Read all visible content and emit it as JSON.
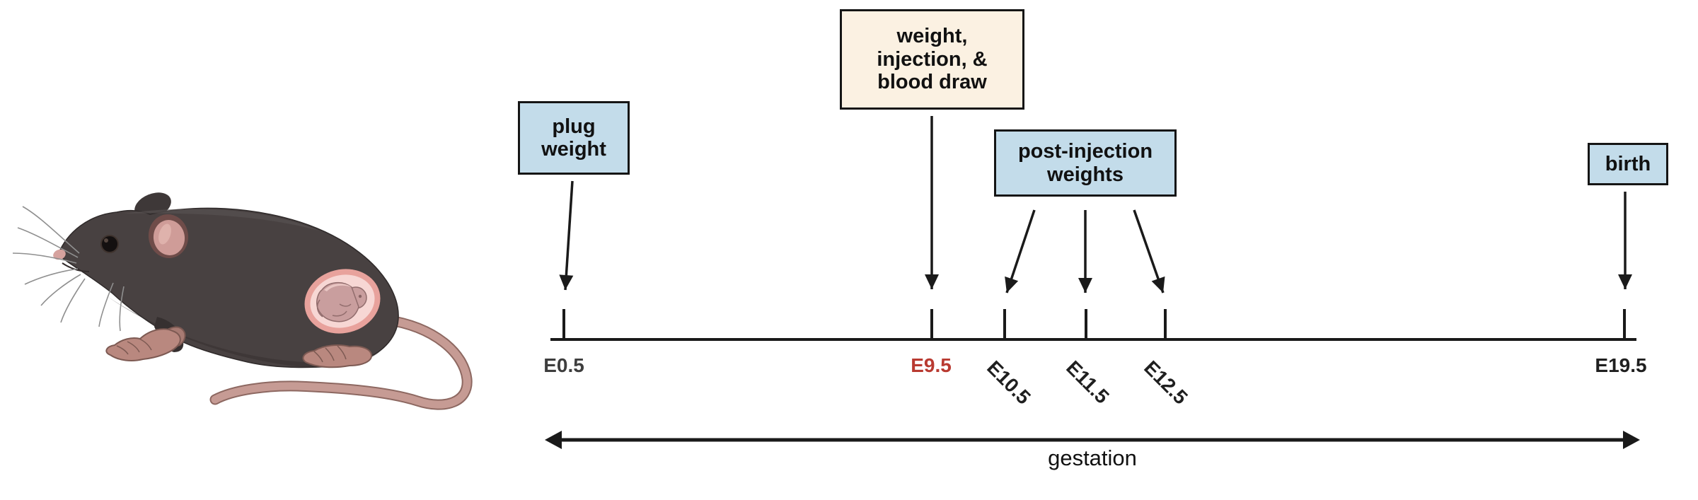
{
  "colors": {
    "background": "#ffffff",
    "box_blue": "#c3dcea",
    "box_cream": "#fbf1e2",
    "box_border": "#151515",
    "line_black": "#1a1a1a",
    "tick_label_start_gray": "#3e3e3e",
    "tick_label_highlight_red": "#b93a31",
    "tick_label_black": "#1f1f1f",
    "mouse_body": "#484141",
    "mouse_pink": "#c69b94",
    "embryo_ring": "#e8a29c",
    "embryo_window": "#f7d7d4",
    "embryo_body": "#c99e9e"
  },
  "annotations": {
    "plug_weight": {
      "line1": "plug",
      "line2": "weight"
    },
    "weight_injection_blood_draw": {
      "line1": "weight,",
      "line2": "injection, &",
      "line3": "blood draw"
    },
    "post_injection_weights": {
      "line1": "post-injection",
      "line2": "weights"
    },
    "birth": {
      "line1": "birth"
    }
  },
  "timeline": {
    "ticks": [
      {
        "label": "E0.5",
        "color_hex": "#3e3e3e"
      },
      {
        "label": "E9.5",
        "color_hex": "#b93a31"
      },
      {
        "label": "E10.5",
        "color_hex": "#1f1f1f"
      },
      {
        "label": "E11.5",
        "color_hex": "#1f1f1f"
      },
      {
        "label": "E12.5",
        "color_hex": "#1f1f1f"
      },
      {
        "label": "E19.5",
        "color_hex": "#1f1f1f"
      }
    ],
    "span_label": "gestation"
  },
  "illustration": {
    "name": "pregnant-mouse-embryo-cutaway-icon"
  }
}
